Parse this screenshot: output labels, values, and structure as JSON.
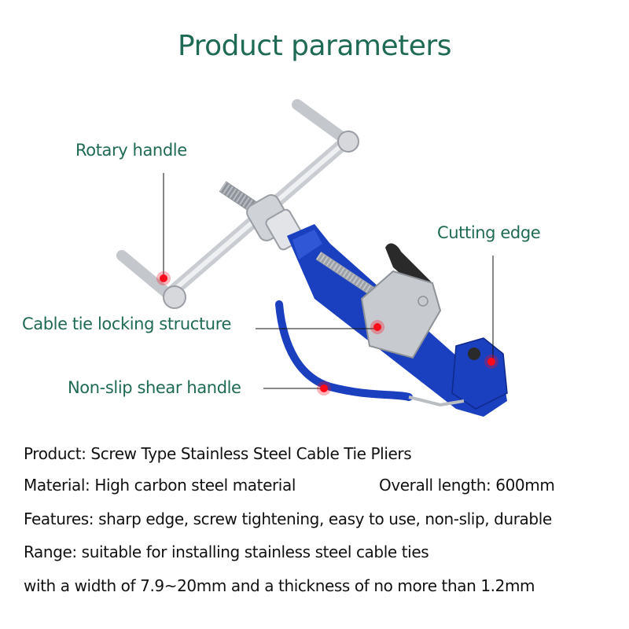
{
  "title": "Product parameters",
  "callouts": {
    "rotary_handle": "Rotary handle",
    "cutting_edge": "Cutting edge",
    "locking_structure": "Cable tie locking structure",
    "shear_handle": "Non-slip shear handle"
  },
  "specs": {
    "product": "Product: Screw Type Stainless Steel Cable Tie Pliers",
    "material": "Material: High carbon steel material",
    "length": "Overall length: 600mm",
    "features": "Features: sharp edge, screw tightening, easy to use, non-slip, durable",
    "range_1": "Range: suitable for installing stainless steel cable ties",
    "range_2": "with a width of 7.9~20mm and a thickness of no more than 1.2mm"
  },
  "colors": {
    "accent_green": "#1f6a55",
    "tool_blue": "#1a3fbf",
    "marker_red": "#ff0a1a"
  }
}
